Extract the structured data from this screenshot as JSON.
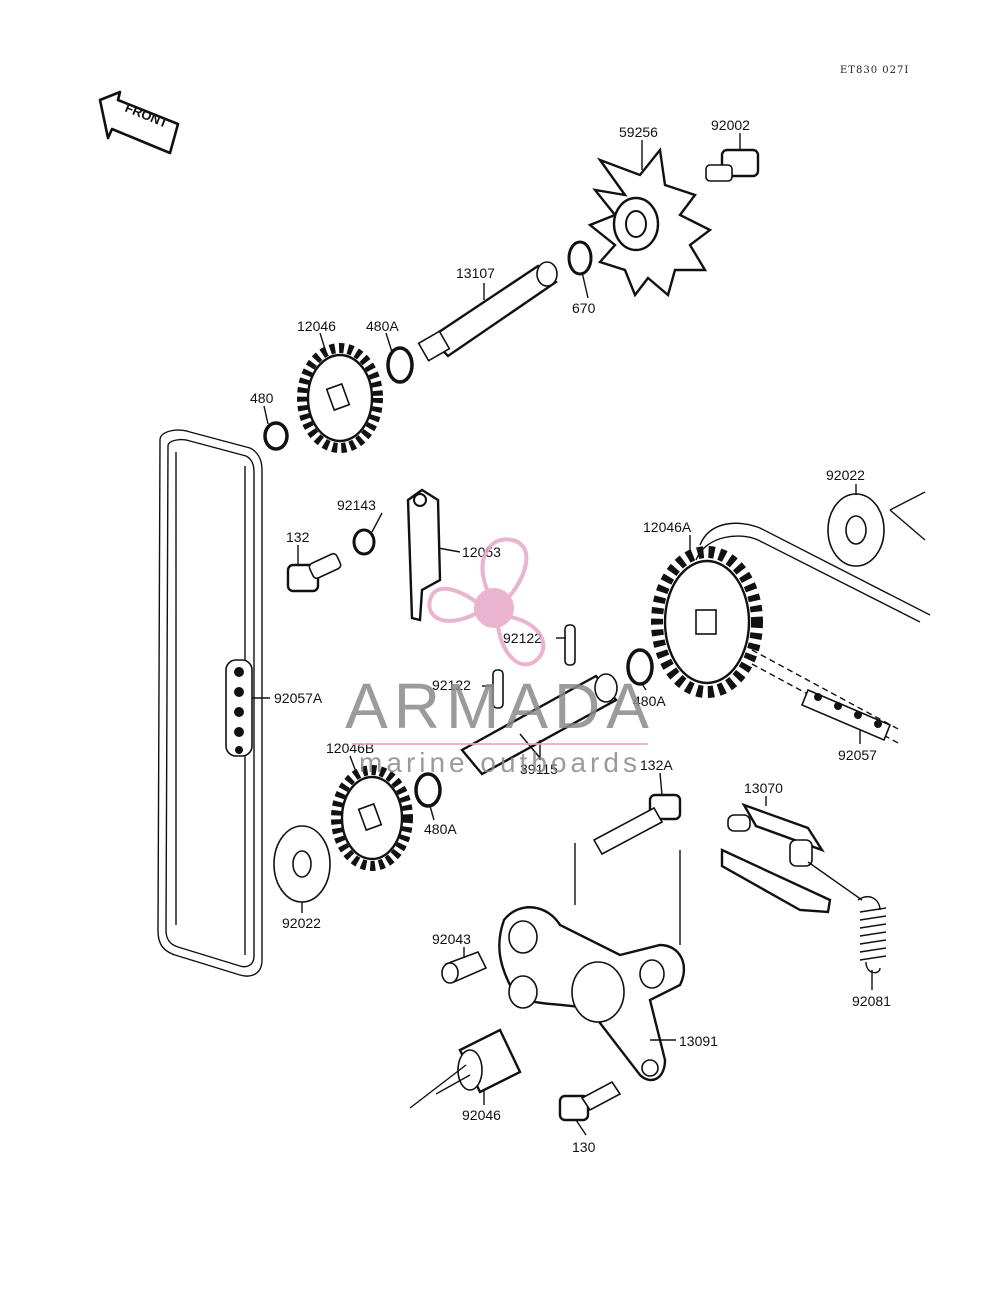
{
  "diagram_code": "ET830 027I",
  "front_label": "FRONT",
  "watermark": {
    "brand": "ARMADA",
    "tagline": "marine outboards",
    "brand_color": "#8a8a8a",
    "logo_color": "#e7a6c6"
  },
  "parts": {
    "p59256": "59256",
    "p92002": "92002",
    "p13107": "13107",
    "p670": "670",
    "p12046": "12046",
    "p480A_top": "480A",
    "p480": "480",
    "p92143": "92143",
    "p12053": "12053",
    "p132": "132",
    "p92022_right": "92022",
    "p12046A": "12046A",
    "p92122_upper": "92122",
    "p92122_lower": "92122",
    "p92057A": "92057A",
    "p480A_right": "480A",
    "p92057": "92057",
    "p12046B": "12046B",
    "p39115": "39115",
    "p132A": "132A",
    "p480A_left": "480A",
    "p13070": "13070",
    "p92022_left": "92022",
    "p92043": "92043",
    "p92081": "92081",
    "p13091": "13091",
    "p92046": "92046",
    "p130": "130"
  }
}
